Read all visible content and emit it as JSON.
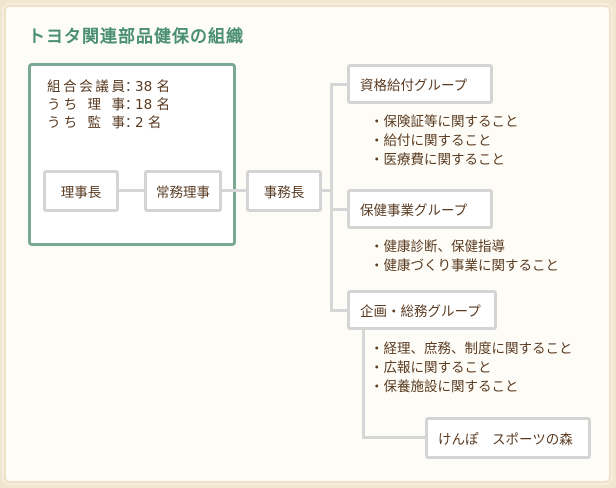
{
  "title": "トヨタ関連部品健保の組織",
  "council": {
    "rows": [
      {
        "label": "組合会議員",
        "value": "38 名"
      },
      {
        "label": "うち 理 事",
        "value": "18 名"
      },
      {
        "label": "うち 監 事",
        "value": "2 名"
      }
    ],
    "separator": "："
  },
  "nodes": {
    "chairman": "理事長",
    "managing_director": "常務理事",
    "secretary_general": "事務長",
    "benefits_group": "資格給付グループ",
    "health_group": "保健事業グループ",
    "planning_group": "企画・総務グループ",
    "sports_forest": "けんぽ　スポーツの森"
  },
  "duties": {
    "benefits": [
      "・保険証等に関すること",
      "・給付に関すること",
      "・医療費に関すること"
    ],
    "health": [
      "・健康診断、保健指導",
      "・健康づくり事業に関すること"
    ],
    "planning": [
      "・経理、庶務、制度に関すること",
      "・広報に関すること",
      "・保養施設に関すること"
    ]
  }
}
